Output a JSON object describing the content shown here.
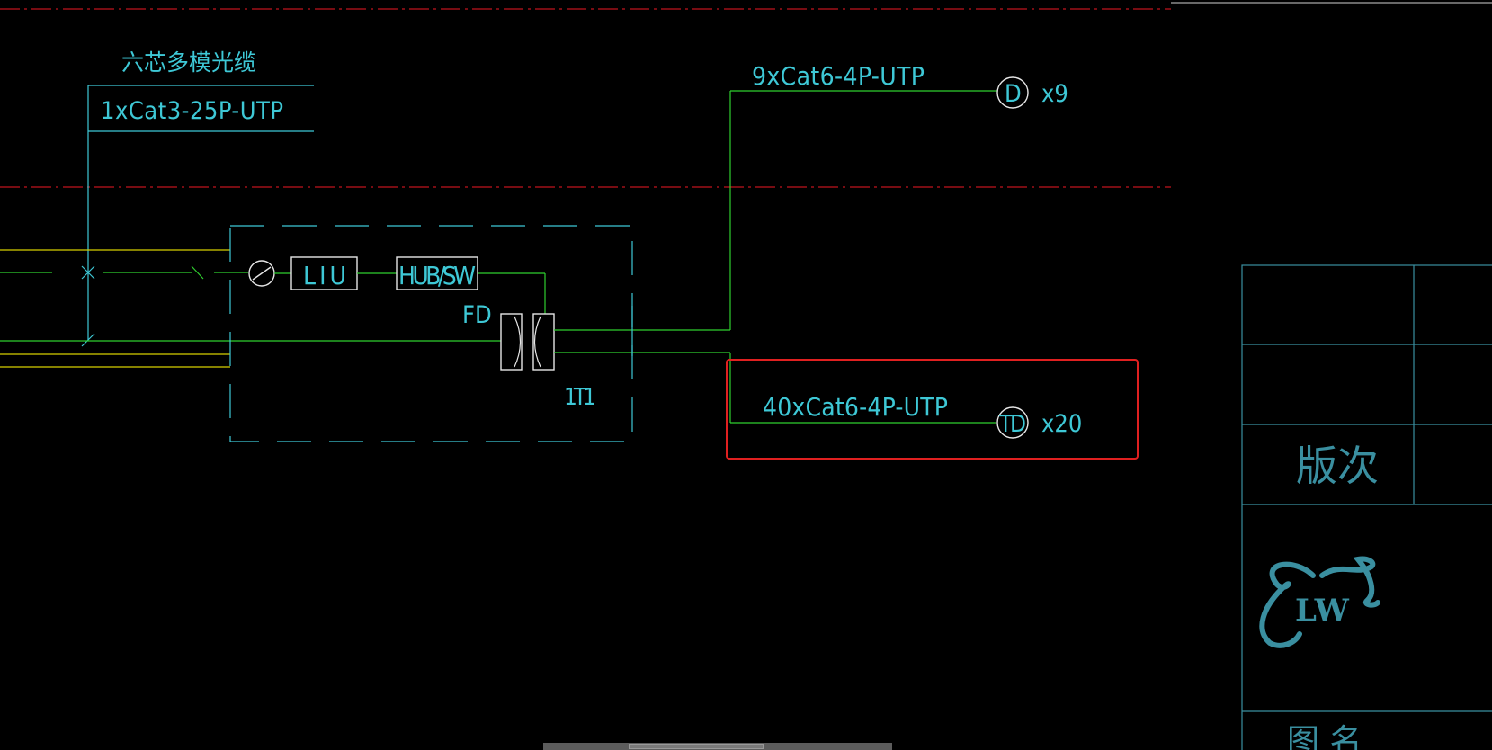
{
  "drawing": {
    "cable_label_fiber": "六芯多模光缆",
    "cable_label_cat3": "1xCat3-25P-UTP",
    "patch_liu": "LIU",
    "patch_hub": "HUB/SW",
    "fd_label": "FD",
    "room_label": "1T1",
    "run1_cable": "9xCat6-4P-UTP",
    "run1_outlet": "D",
    "run1_count": "x9",
    "run2_cable": "40xCat6-4P-UTP",
    "run2_outlet": "TD",
    "run2_count": "x20"
  },
  "title_block": {
    "revision_label": "版次",
    "logo_text": "LW",
    "bottom_label": "图 名"
  },
  "colors": {
    "cyan": "#3ec8d6",
    "green": "#2fcf2f",
    "yellow": "#d6d000",
    "red_dashdot": "#c0141c",
    "highlight": "#e02020",
    "white": "#e6e6e6"
  }
}
